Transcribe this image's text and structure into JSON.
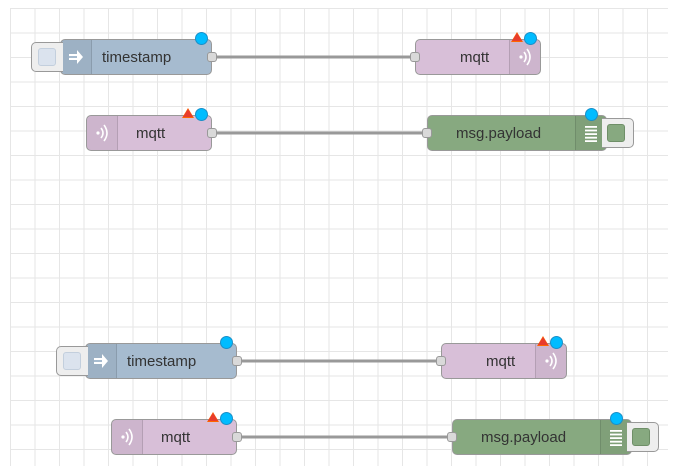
{
  "canvas": {
    "grid_color": "#e6e6e6",
    "wire_color": "#999999"
  },
  "node_colors": {
    "inject": "#a6bbcf",
    "mqtt": "#d8bfd8",
    "debug": "#87a980",
    "changed_indicator": "#00bcff",
    "warning_indicator": "#ff6600"
  },
  "flow_1": {
    "inject": {
      "label": "timestamp",
      "icon": "arrow-right-icon"
    },
    "mqtt_out": {
      "label": "mqtt",
      "icon": "radio-waves-icon"
    },
    "mqtt_in": {
      "label": "mqtt",
      "icon": "radio-waves-icon"
    },
    "debug": {
      "label": "msg.payload",
      "icon": "list-lines-icon"
    }
  },
  "flow_2": {
    "inject": {
      "label": "timestamp",
      "icon": "arrow-right-icon"
    },
    "mqtt_out": {
      "label": "mqtt",
      "icon": "radio-waves-icon"
    },
    "mqtt_in": {
      "label": "mqtt",
      "icon": "radio-waves-icon"
    },
    "debug": {
      "label": "msg.payload",
      "icon": "list-lines-icon"
    }
  }
}
